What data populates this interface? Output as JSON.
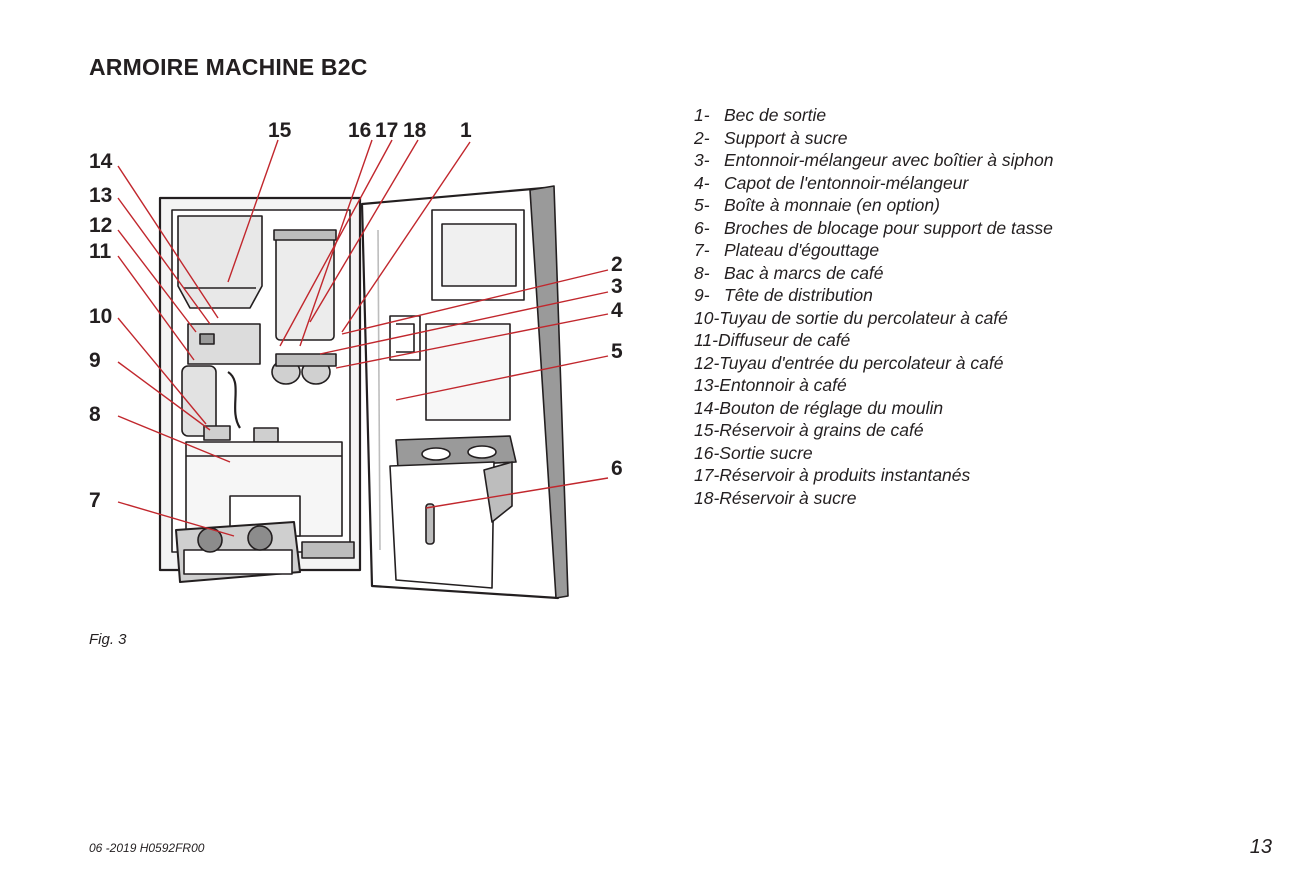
{
  "page": {
    "title": "ARMOIRE MACHINE B2C",
    "caption": "Fig. 3",
    "footer_ref": "06 -2019 H0592FR00",
    "page_number": "13"
  },
  "figure": {
    "callouts": [
      "15",
      "16",
      "17",
      "18",
      "1",
      "14",
      "13",
      "12",
      "11",
      "10",
      "9",
      "8",
      "7",
      "2",
      "3",
      "4",
      "5",
      "6"
    ],
    "leader_color": "#c1272d"
  },
  "legend": [
    {
      "num": "1-",
      "text": "Bec de sortie"
    },
    {
      "num": "2-",
      "text": "Support à sucre"
    },
    {
      "num": "3-",
      "text": "Entonnoir-mélangeur avec boîtier à siphon"
    },
    {
      "num": "4-",
      "text": "Capot de l'entonnoir-mélangeur"
    },
    {
      "num": "5-",
      "text": "Boîte à monnaie (en option)"
    },
    {
      "num": "6-",
      "text": "Broches de blocage pour support de tasse"
    },
    {
      "num": "7-",
      "text": "Plateau d'égouttage"
    },
    {
      "num": "8-",
      "text": "Bac à marcs de café"
    },
    {
      "num": "9-",
      "text": "Tête de distribution"
    },
    {
      "num": "10-",
      "text": "Tuyau de sortie du percolateur à café"
    },
    {
      "num": "11-",
      "text": "Diffuseur de café"
    },
    {
      "num": "12-",
      "text": "Tuyau d'entrée du percolateur à café"
    },
    {
      "num": "13-",
      "text": "Entonnoir à café"
    },
    {
      "num": "14-",
      "text": "Bouton de réglage du moulin"
    },
    {
      "num": "15-",
      "text": "Réservoir à grains de café"
    },
    {
      "num": "16-",
      "text": "Sortie sucre"
    },
    {
      "num": "17-",
      "text": "Réservoir à produits instantanés"
    },
    {
      "num": "18-",
      "text": "Réservoir à sucre"
    }
  ]
}
